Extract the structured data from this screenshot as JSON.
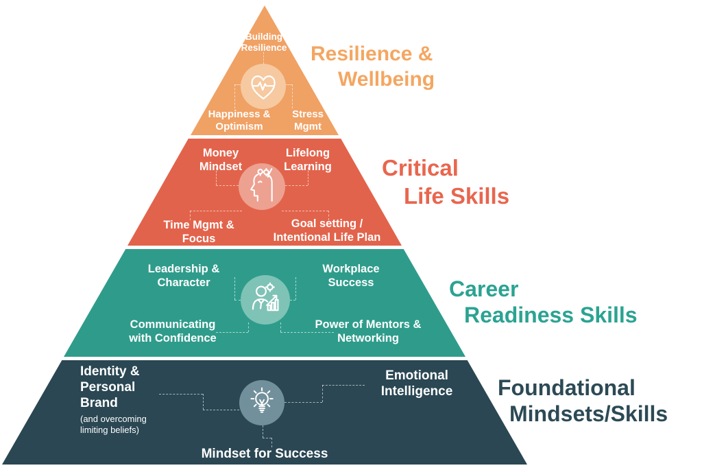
{
  "infographic": {
    "type": "pyramid",
    "level_count": 4,
    "colors": {
      "level1_band": "#F0A164",
      "level1_icon_bg": "#F6C9A0",
      "level1_title": "#F4A661",
      "level2_band": "#E2634B",
      "level2_icon_bg": "#EDA191",
      "level2_title": "#E8664E",
      "level3_band": "#2F9C8B",
      "level3_icon_bg": "#7FC3B6",
      "level3_title": "#2BA392",
      "level4_band": "#2A4753",
      "level4_icon_bg": "#72909B",
      "level4_title": "#2C4A55",
      "label_text": "#FFFFFF"
    },
    "levels": {
      "resilience": {
        "title_line1": "Resilience &",
        "title_line2": "Wellbeing",
        "icon": "heart-pulse-icon",
        "top_item": "Building Resilience",
        "bottom_left_item": "Happiness & Optimism",
        "bottom_right_item": "Stress Mgmt"
      },
      "critical": {
        "title_line1": "Critical",
        "title_line2": "Life Skills",
        "icon": "creative-mind-icon",
        "top_left_item": "Money Mindset",
        "top_right_item": "Lifelong Learning",
        "bottom_left_item": "Time Mgmt & Focus",
        "bottom_right_item": "Goal setting / Intentional Life Plan"
      },
      "career": {
        "title_line1": "Career",
        "title_line2": "Readiness Skills",
        "icon": "career-growth-icon",
        "top_left_item": "Leadership & Character",
        "top_right_item": "Workplace Success",
        "bottom_left_item": "Communicating with Confidence",
        "bottom_right_item": "Power of Mentors & Networking"
      },
      "foundational": {
        "title_line1": "Foundational",
        "title_line2": "Mindsets/Skills",
        "icon": "lightbulb-icon",
        "left_item": "Identity & Personal Brand",
        "left_item_note": "(and overcoming limiting beliefs)",
        "right_item": "Emotional Intelligence",
        "bottom_item": "Mindset for Success"
      }
    }
  }
}
